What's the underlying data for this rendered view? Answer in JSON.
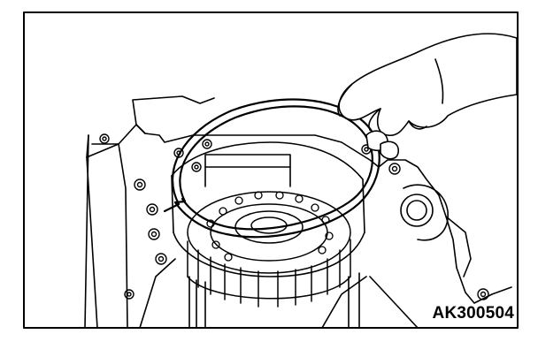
{
  "figure": {
    "reference_code": "AK300504",
    "colors": {
      "line": "#000000",
      "background": "#ffffff"
    },
    "parts": [
      "snap-ring",
      "hand",
      "transmission-case",
      "clutch-drum",
      "splined-hub"
    ]
  }
}
